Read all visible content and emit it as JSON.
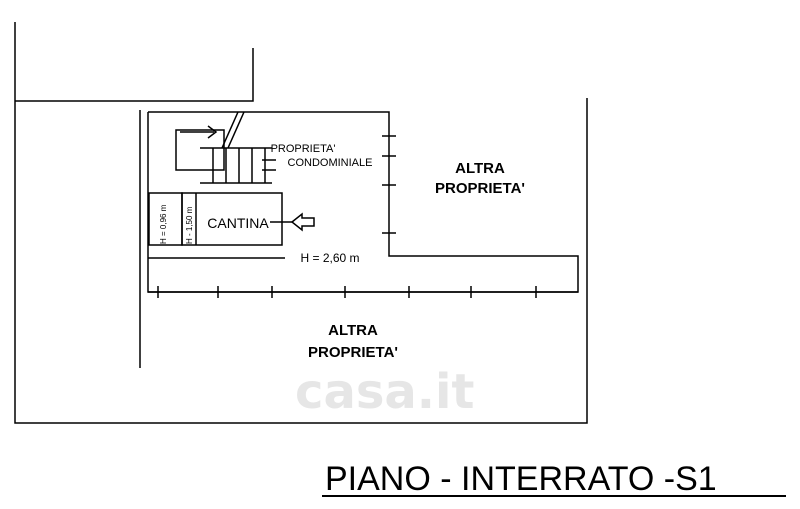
{
  "labels": {
    "common_property_line1": "PROPRIETA'",
    "common_property_line2": "CONDOMINIALE",
    "other_property_right_line1": "ALTRA",
    "other_property_right_line2": "PROPRIETA'",
    "other_property_bottom_line1": "ALTRA",
    "other_property_bottom_line2": "PROPRIETA'",
    "cellar": "CANTINA",
    "height_main": "H = 2,60 m",
    "height_small": "H = 0,96 m",
    "height_cellar": "H - 1,50 m"
  },
  "title": "PIANO -  INTERRATO  -S1",
  "watermark": "casa.it",
  "colors": {
    "line": "#000000",
    "background": "#ffffff",
    "watermark": "#e6e6e6"
  }
}
